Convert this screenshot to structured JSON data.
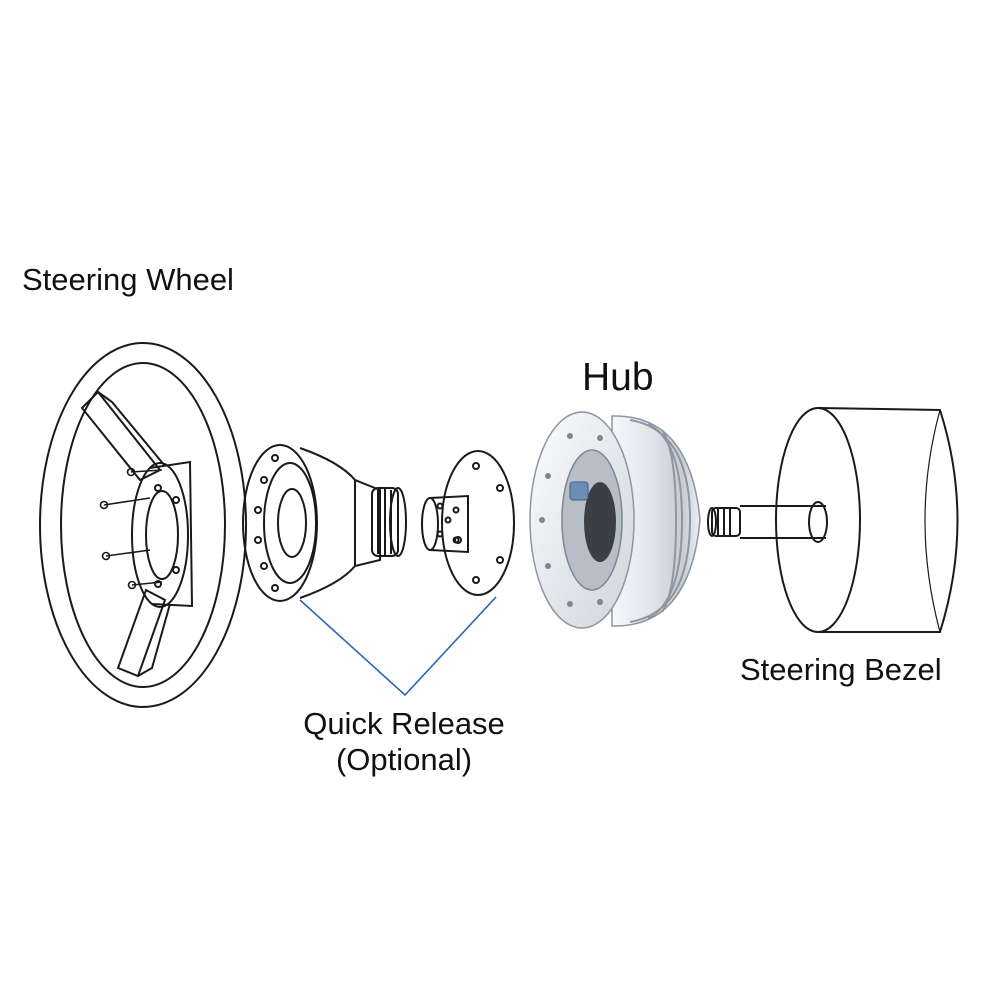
{
  "labels": {
    "steering_wheel": "Steering Wheel",
    "hub": "Hub",
    "steering_bezel": "Steering Bezel",
    "quick_release_line1": "Quick Release",
    "quick_release_line2": "(Optional)"
  },
  "colors": {
    "line": "#1a1a1a",
    "hub_metal": "#d9dde3",
    "hub_highlight": "#f4f6f9",
    "hub_shadow": "#9ea6b0",
    "callout": "#2f63b5",
    "background": "#ffffff"
  }
}
